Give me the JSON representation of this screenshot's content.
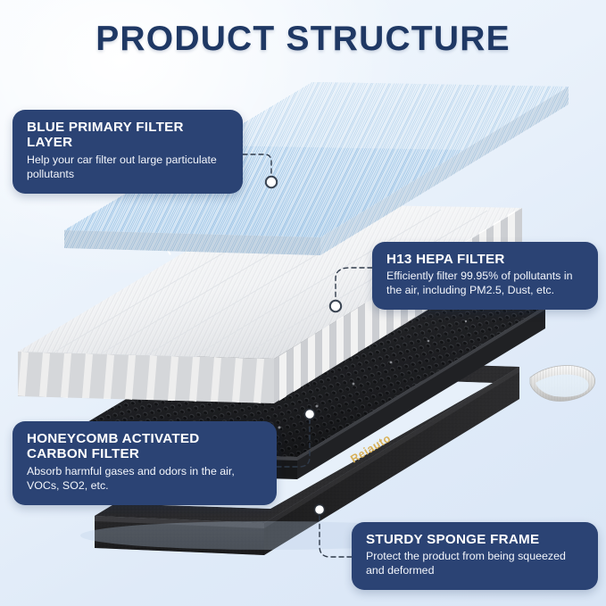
{
  "header": {
    "title": "PRODUCT STRUCTURE",
    "title_color": "#1f3864"
  },
  "theme": {
    "callout_bg": "#2b4374",
    "callout_text": "#ffffff",
    "background_top": "#f4f9fe",
    "background_bottom": "#d9e6f6",
    "brand_gold": "#d8b057"
  },
  "product": {
    "brand_label": "Reiauto",
    "layers": [
      {
        "name": "blue-primary-filter-layer",
        "color": "#cfe2f4"
      },
      {
        "name": "h13-hepa-filter",
        "color": "#f2f3f5"
      },
      {
        "name": "honeycomb-activated-carbon-filter",
        "color": "#25262a"
      },
      {
        "name": "sturdy-sponge-frame",
        "color": "#1d1d1f"
      }
    ],
    "pull_tab": {
      "name": "pull-tab",
      "color": "#e4e4e4"
    }
  },
  "callouts": [
    {
      "id": "blue-primary-filter-layer",
      "title": "BLUE PRIMARY FILTER LAYER",
      "description": "Help your car filter out large particulate pollutants"
    },
    {
      "id": "h13-hepa-filter",
      "title": "H13 HEPA FILTER",
      "description": "Efficiently filter 99.95% of pollutants in the air, including PM2.5, Dust, etc."
    },
    {
      "id": "honeycomb-activated-carbon-filter",
      "title": "HONEYCOMB ACTIVATED CARBON FILTER",
      "description": "Absorb harmful gases and odors in the air, VOCs, SO2, etc."
    },
    {
      "id": "sturdy-sponge-frame",
      "title": "STURDY SPONGE FRAME",
      "description": "Protect the product from being squeezed and deformed"
    }
  ]
}
